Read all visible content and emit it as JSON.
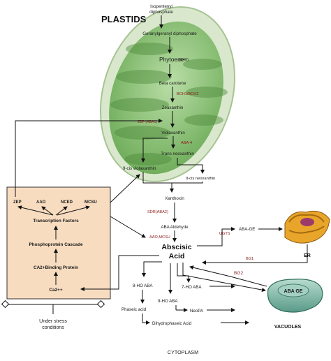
{
  "plastids": {
    "title": "PLASTIDS",
    "isopentenyl": [
      "Isopentenyl",
      "diphosphate"
    ],
    "ggpp": "Geranylgeranyl diphosphate",
    "phytoene": "Phytoene",
    "phytoene_c": "(C40)",
    "beta_carotene": "Beta carotene",
    "bch": "BCH1/BCH2",
    "zeaxanthin": "Zeaxanthin",
    "zep": "ZEP (ABA1)",
    "violaxanthin": "Violaxanthin",
    "aba4": "ABA-4",
    "trans_neo": "Trans neoxanthin",
    "cis_viola": "9-cis violaxanthin",
    "cis_neo": "9-cis neoxanthin"
  },
  "cytoplasm": {
    "title": "CYTOPLASM",
    "xanthoxin": "Xanthoxin",
    "sdr": "SDR(ABA2)",
    "aba_aldehyde": "ABA Aldehyde",
    "aao": "AAO,MCSU",
    "abscisic": "Abscisic",
    "acid": "Acid",
    "aba_ge": "ABA-GE",
    "ugts": "UGTS",
    "bg1": "BG1",
    "er": "ER",
    "bg2": "BG2",
    "vacuole_aba_ge": "ABA GE",
    "vacuoles": "VACUOLES",
    "ho8": "8-HO ABA",
    "ho9": "9-HO ABA",
    "ho7": "7-HO ABA",
    "phaseic": "Phaseic acid",
    "neopa": "NeoPA",
    "dihydro": "Dihydrophaseic Acid"
  },
  "signal_box": {
    "genes": [
      "ZEP",
      "AAO",
      "NCED",
      "MCSU"
    ],
    "transcription": "Transcription Factors",
    "phospho": "Phosphoprotein Cascade",
    "ca2_binding": "CA2+Binding Protein",
    "ca": "Ca2++"
  },
  "stress": [
    "Under stress",
    "conditions"
  ],
  "colors": {
    "plastid_outer": "#cfe0c0",
    "plastid_inner": "#8dc47a",
    "box_fill": "#f7dcc0",
    "box_border": "#333333",
    "enzyme": "#8b1a1a",
    "er_body": "#e0a020",
    "er_inner": "#9c3b6b",
    "vacuole": "#7fb8a6"
  }
}
